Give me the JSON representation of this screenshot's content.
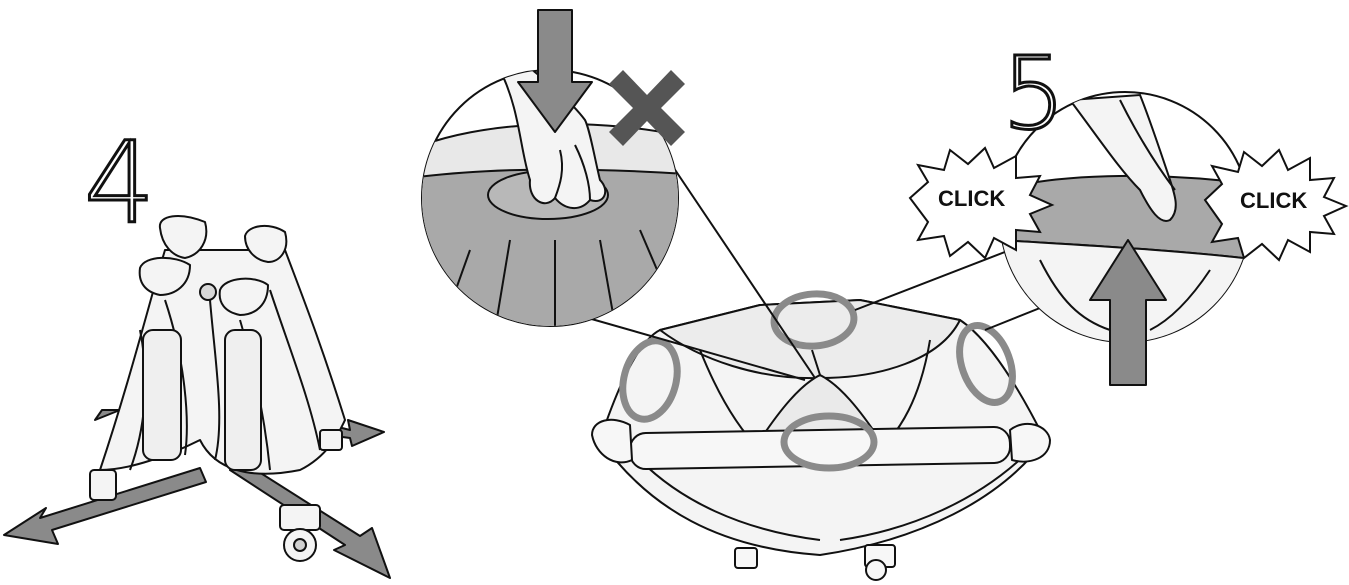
{
  "steps": [
    {
      "number": "4"
    },
    {
      "number": "5",
      "sound_left": "CLICK",
      "sound_right": "CLICK"
    }
  ],
  "colors": {
    "arrow": "#8a8a8a",
    "ring": "#8a8a8a",
    "fabric_light": "#f2f2f2",
    "fabric_dark": "#a9a9a9",
    "outline": "#111111",
    "wrong": "#555555"
  },
  "icons": [
    "push-down-arrow-icon",
    "wrong-cross-icon",
    "pull-up-arrow-icon",
    "spread-legs-arrow-icon"
  ]
}
